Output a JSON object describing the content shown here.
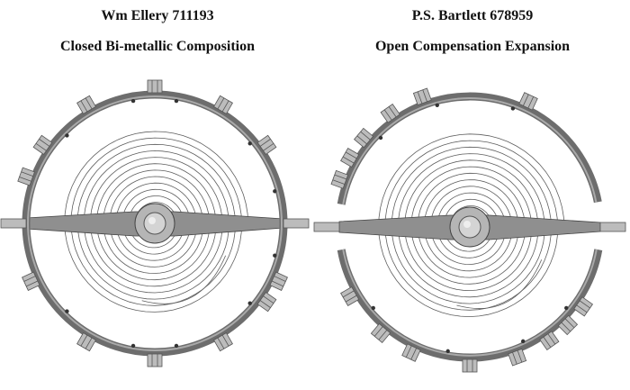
{
  "left_panel": {
    "title": "Wm Ellery 711193",
    "subtitle": "Closed Bi-metallic Composition"
  },
  "right_panel": {
    "title": "P.S. Bartlett 678959",
    "subtitle": "Open Compensation Expansion"
  },
  "colors": {
    "rim": "#6d6d6d",
    "rim_inner": "#a9a9a9",
    "screw": "#bcbcbc",
    "arm": "#8f8f8f",
    "spring": "#5e5e5e",
    "hub": "#b5b5b5"
  }
}
